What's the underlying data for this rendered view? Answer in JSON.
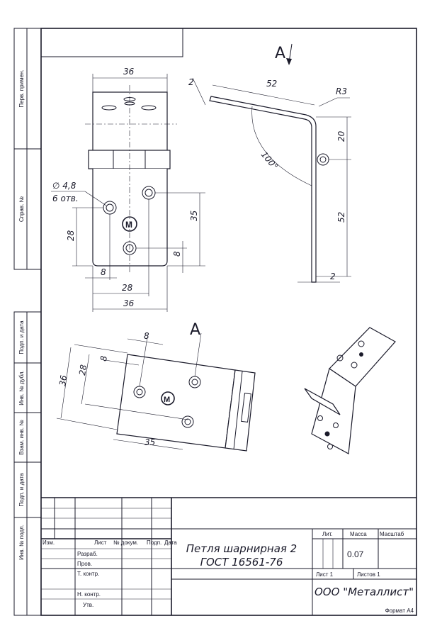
{
  "side_strip": {
    "perv_primen": "Перв. примен.",
    "sprav_no": "Справ. №",
    "podp_data_1": "Подп. и дата",
    "inv_dubl": "Инв. № дубл.",
    "vzam_inv": "Взам. инв. №",
    "podp_data_2": "Подп. и дата",
    "inv_podl": "Инв. № подл."
  },
  "views": {
    "view_arrow_label": "А",
    "view_a_title": "А"
  },
  "front_view_dims": {
    "width_top": "36",
    "hole_dia": "∅ 4,8",
    "hole_count": "6 отв.",
    "left_28": "28",
    "right_35": "35",
    "right_8": "8",
    "bottom_8": "8",
    "bottom_28": "28",
    "bottom_36": "36"
  },
  "side_view_dims": {
    "thickness_top": "2",
    "length_top": "52",
    "radius": "R3",
    "angle": "100°",
    "height_20": "20",
    "height_52": "52",
    "thickness_bottom": "2"
  },
  "view_a_dims": {
    "dim_8_a": "8",
    "dim_8_b": "8",
    "dim_36": "36",
    "dim_28": "28",
    "dim_35": "35"
  },
  "title_block": {
    "headers": {
      "izm": "Изм.",
      "list": "Лист",
      "doc_no": "№ докум.",
      "podp": "Подп.",
      "data": "Дата"
    },
    "roles": [
      "Разраб.",
      "Пров.",
      "Т. контр.",
      "Н. контр.",
      "Утв."
    ],
    "title_line1": "Петля шарнирная 2",
    "title_line2": "ГОСТ 16561-76",
    "lit": "Лит.",
    "massa": "Масса",
    "masshtab": "Масштаб",
    "mass_value": "0.07",
    "sheet": "Лист 1",
    "sheets": "Листов 1",
    "company": "ООО \"Металлист\"",
    "format": "Формат А4"
  }
}
